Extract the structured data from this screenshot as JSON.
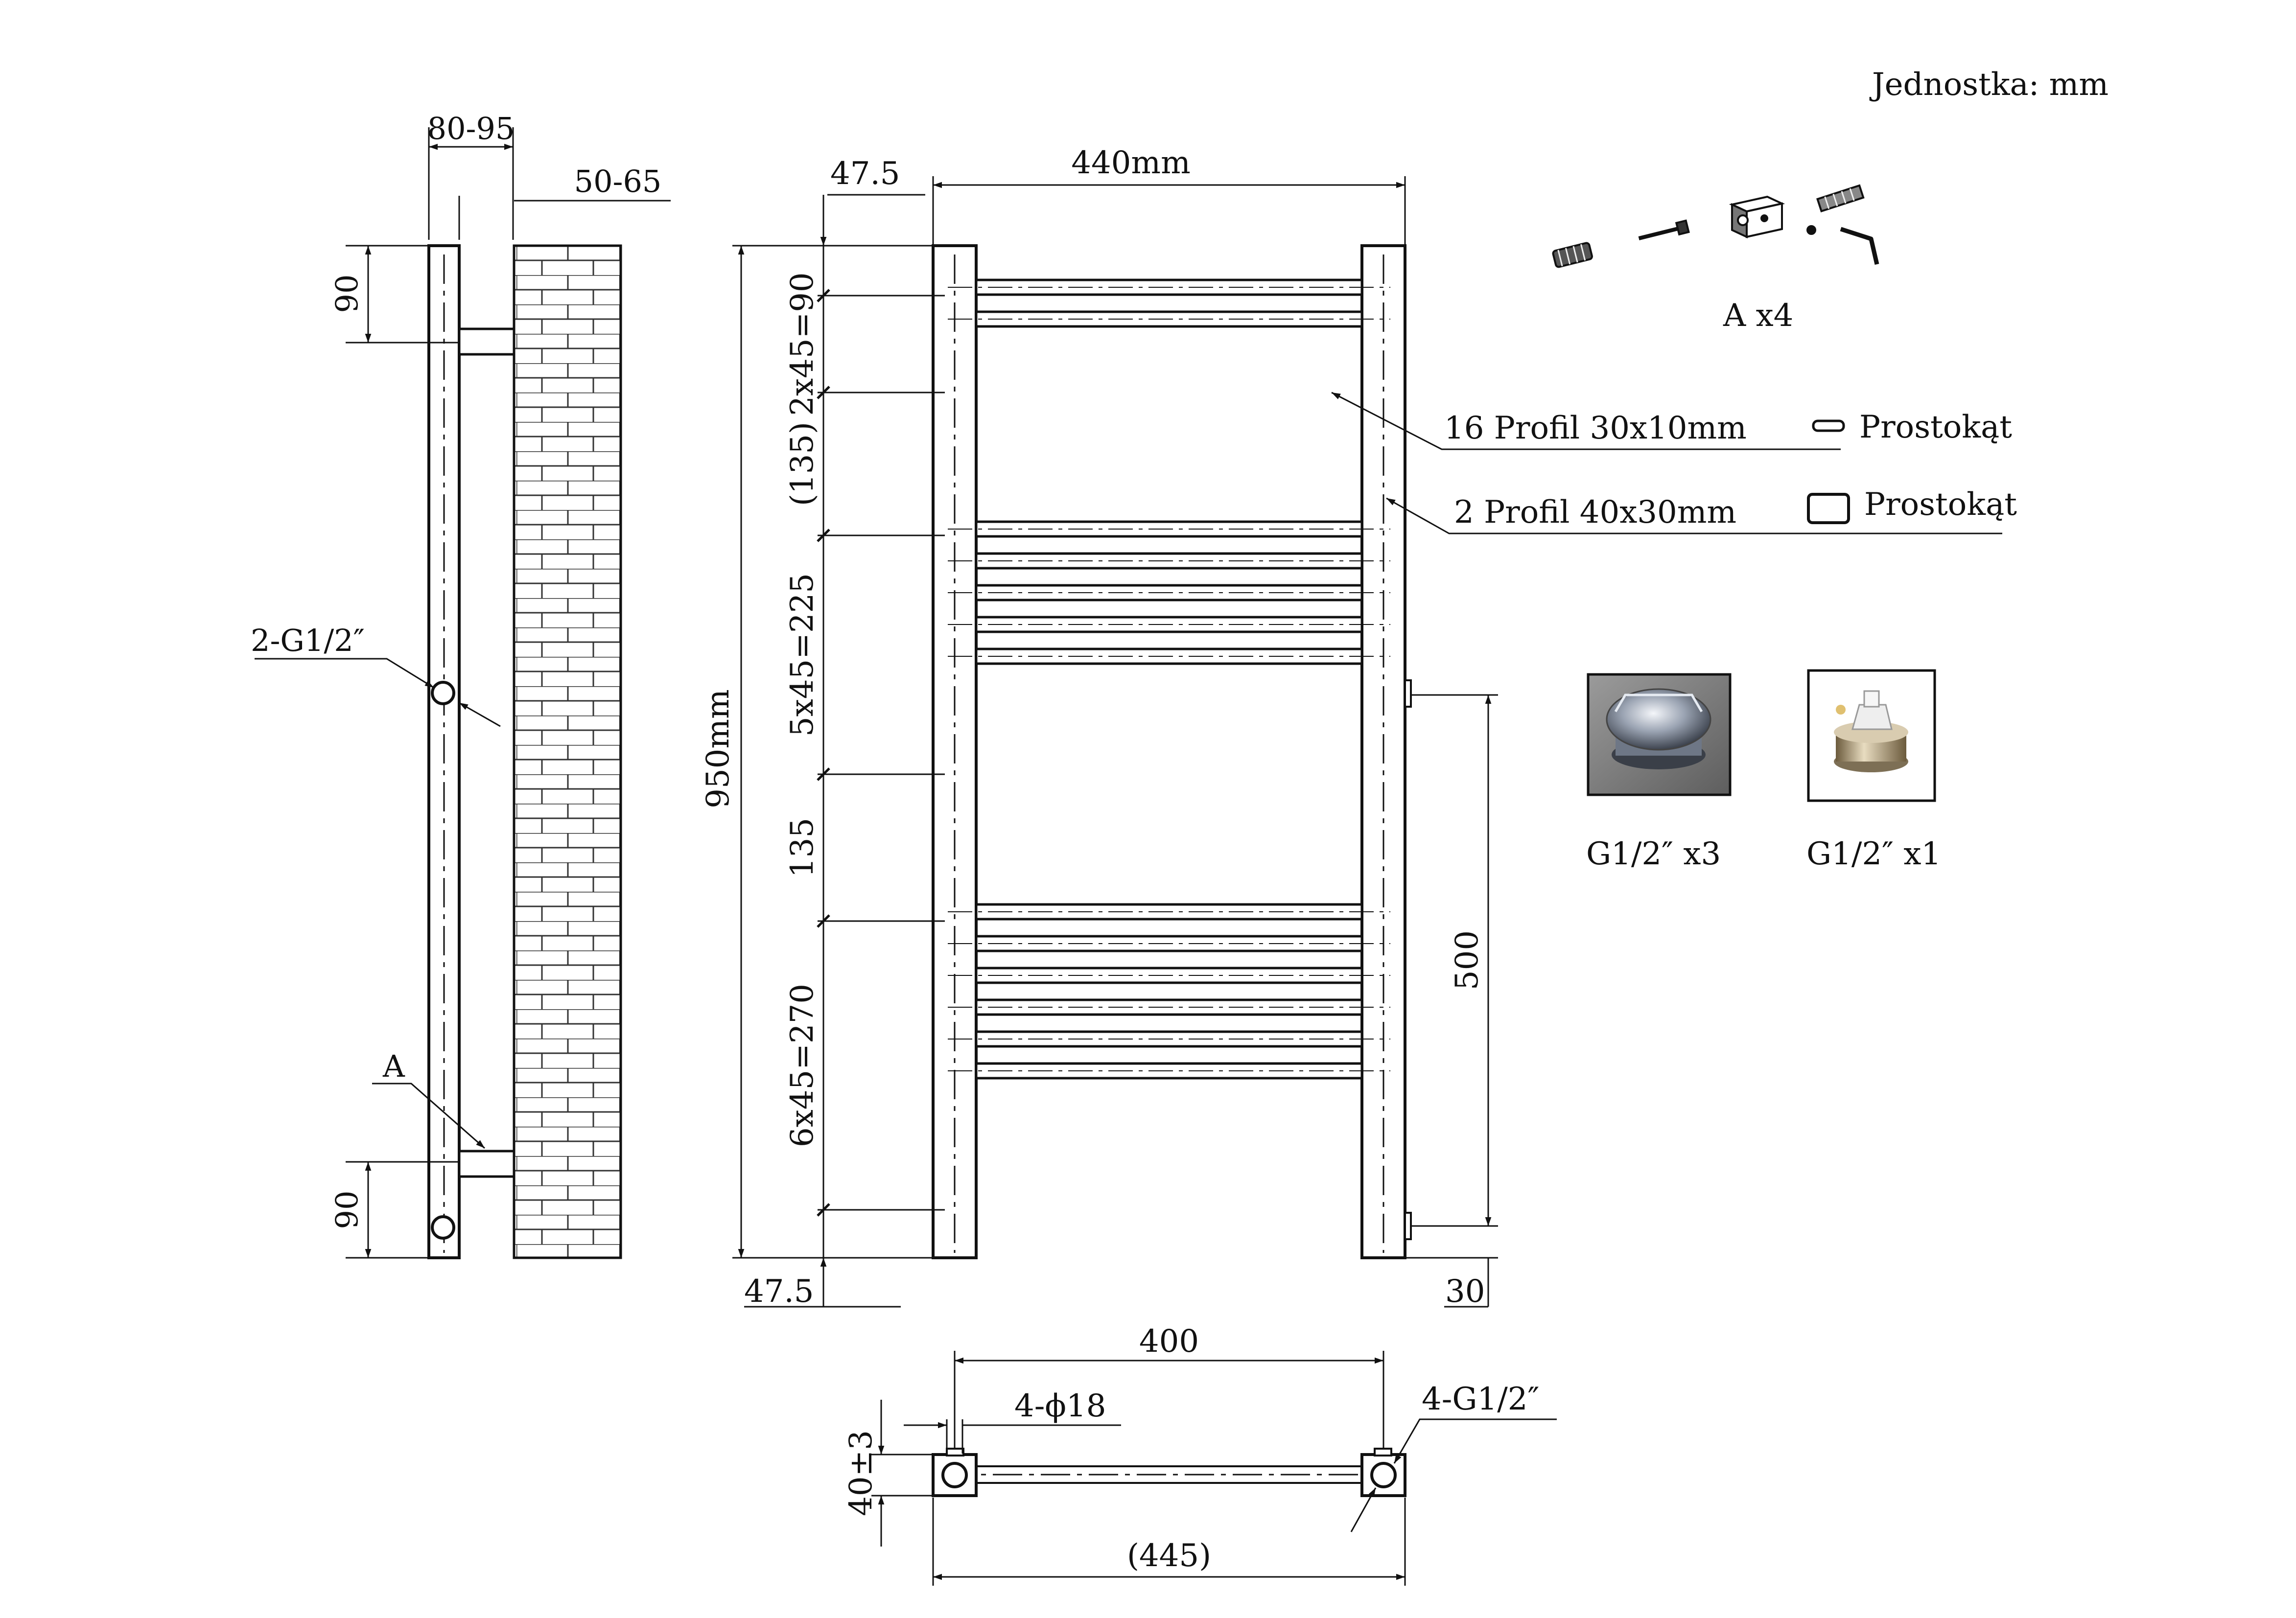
{
  "unit_label": "Jednostka: mm",
  "side_view": {
    "top_width": "80-95",
    "wall_gap": "50-65",
    "top_offset": "90",
    "bottom_offset": "90",
    "inlet_label": "2-G1/2″",
    "bracket_label": "A"
  },
  "front_view": {
    "top_margin": "47.5",
    "bottom_margin": "47.5",
    "width": "440mm",
    "height": "950mm",
    "segments": [
      "2x45=90",
      "(135)",
      "5x45=225",
      "135",
      "6x45=270"
    ],
    "bar_groups": [
      2,
      5,
      6
    ],
    "connection_spacing": "500",
    "bottom_offset": "30"
  },
  "profiles": [
    {
      "label": "16 Profil 30x10mm",
      "shape": "Prostokąt",
      "icon": "rounded-slot-icon"
    },
    {
      "label": "2 Profil 40x30mm",
      "shape": "Prostokąt",
      "icon": "rounded-rectangle-icon"
    }
  ],
  "accessories": {
    "label": "A x4"
  },
  "fittings": [
    {
      "label": "G1/2″ x3",
      "type": "chrome-plug"
    },
    {
      "label": "G1/2″ x1",
      "type": "bleed-valve"
    }
  ],
  "top_view": {
    "width_inner": "400",
    "width_outer": "(445)",
    "holes": "4-ϕ18",
    "thread": "4-G1/2″",
    "depth": "40±3"
  }
}
